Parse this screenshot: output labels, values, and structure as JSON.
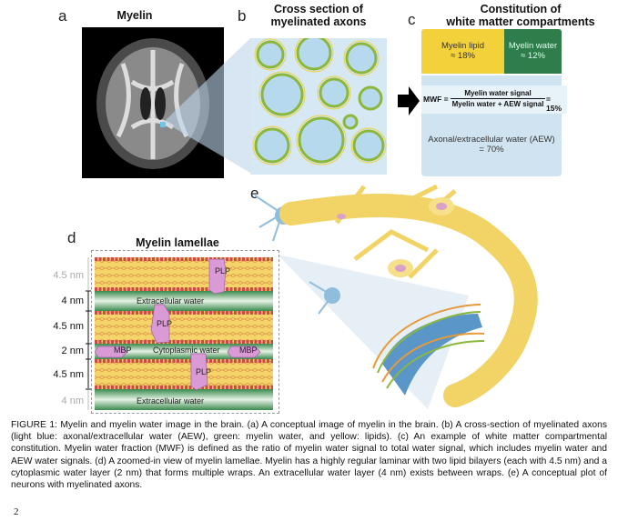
{
  "panel_a": {
    "label": "a",
    "title": "Myelin"
  },
  "panel_b": {
    "label": "b",
    "title_line1": "Cross section of",
    "title_line2": "myelinated axons"
  },
  "panel_c": {
    "label": "c",
    "title_line1": "Constitution of",
    "title_line2": "white matter compartments",
    "myelin_lipid": "Myelin lipid",
    "myelin_lipid_pct": "≈ 18%",
    "myelin_water": "Myelin water",
    "myelin_water_pct": "≈ 12%",
    "mwf_label": "MWF =",
    "mwf_numerator": "Myelin water signal",
    "mwf_denominator": "Myelin water + AEW signal",
    "mwf_result": "= 15%",
    "aew": "Axonal/extracellular water (AEW)",
    "aew_pct": "= 70%",
    "colors": {
      "lipid": "#f2d13b",
      "water": "#2e7d4a",
      "aew": "#cfe3f0"
    }
  },
  "panel_d": {
    "label": "d",
    "title": "Myelin lamellae",
    "thickness_labels": [
      "4.5 nm",
      "4 nm",
      "4.5 nm",
      "2 nm",
      "4.5 nm",
      "4 nm"
    ],
    "extracellular_1": "Extracellular water",
    "cytoplasmic": "Cytoplasmic water",
    "extracellular_2": "Extracellular water",
    "plp": "PLP",
    "mbp": "MBP"
  },
  "panel_e": {
    "label": "e"
  },
  "caption": "FIGURE 1: Myelin and myelin water image in the brain. (a) A conceptual image of myelin in the brain. (b) A cross-section of myelinated axons (light blue: axonal/extracellular water (AEW), green: myelin water, and yellow: lipids). (c) An example of white matter compartmental constitution. Myelin water fraction (MWF) is defined as the ratio of myelin water signal to total water signal, which includes myelin water and AEW water signals. (d) A zoomed-in view of myelin lamellae. Myelin has a highly regular laminar with two lipid bilayers (each with 4.5 nm) and a cytoplasmic water layer (2 nm) that forms multiple wraps. An extracellular water layer (4 nm) exists between wraps. (e) A conceptual plot of neurons with myelinated axons.",
  "page_number": "2"
}
